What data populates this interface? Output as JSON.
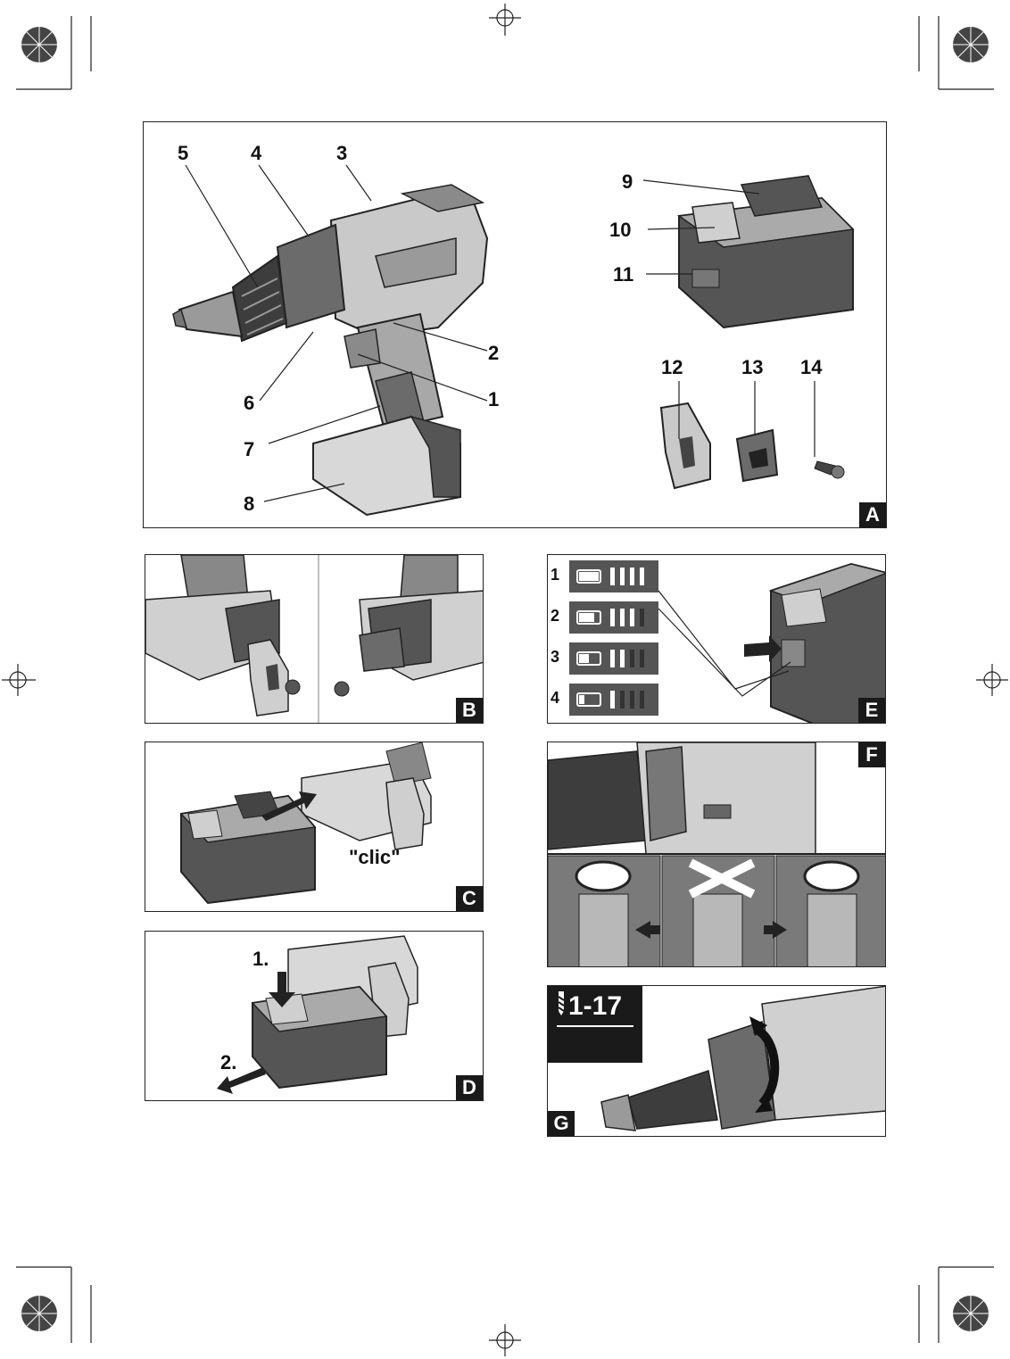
{
  "panel_a": {
    "letter": "A",
    "callouts": [
      "5",
      "4",
      "3",
      "2",
      "1",
      "6",
      "7",
      "8",
      "9",
      "10",
      "11",
      "12",
      "13",
      "14"
    ]
  },
  "panel_b": {
    "letter": "B"
  },
  "panel_c": {
    "letter": "C",
    "sound": "\"clic\""
  },
  "panel_d": {
    "letter": "D",
    "steps": [
      "1.",
      "2."
    ]
  },
  "panel_e": {
    "letter": "E",
    "levels": [
      "1",
      "2",
      "3",
      "4"
    ],
    "level_fill": [
      1.0,
      0.75,
      0.5,
      0.25
    ]
  },
  "panel_f": {
    "letter": "F"
  },
  "panel_g": {
    "letter": "G",
    "setting_range": "1-17"
  },
  "colors": {
    "body_gray": "#bdbdbd",
    "dark_gray": "#555555",
    "label_bg": "#1a1a1a"
  }
}
